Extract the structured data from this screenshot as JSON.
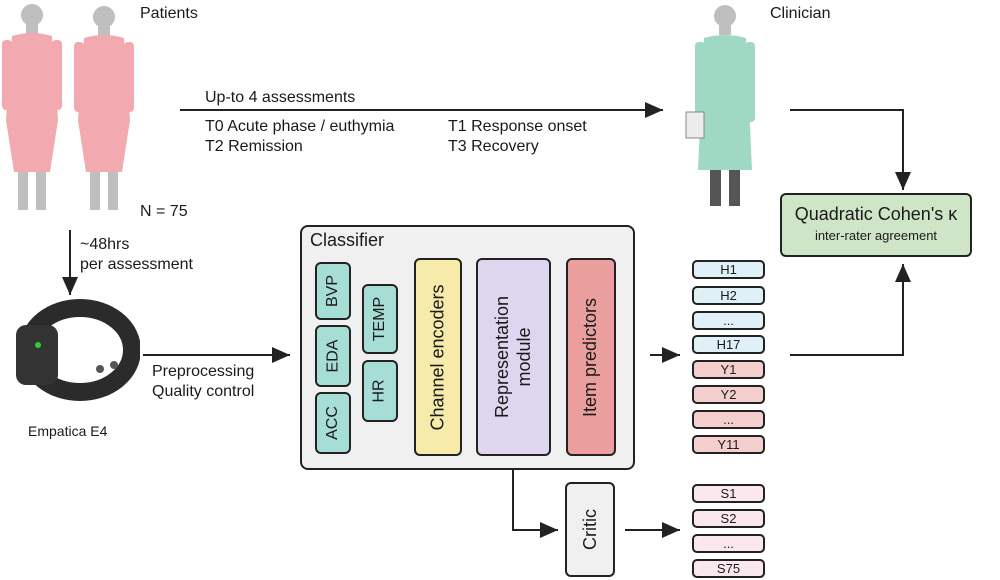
{
  "patients_label": "Patients",
  "clinician_label": "Clinician",
  "n_label": "N = 75",
  "assessments": {
    "title": "Up-to 4 assessments",
    "t0": "T0 Acute phase / euthymia",
    "t1": "T1 Response onset",
    "t2": "T2 Remission",
    "t3": "T3 Recovery"
  },
  "duration": {
    "line1": "~48hrs",
    "line2": "per assessment"
  },
  "device_label": "Empatica E4",
  "preprocessing": {
    "line1": "Preprocessing",
    "line2": "Quality control"
  },
  "classifier": {
    "title": "Classifier",
    "channels": [
      "BVP",
      "EDA",
      "ACC",
      "TEMP",
      "HR"
    ],
    "encoders": "Channel encoders",
    "representation": "Representation module",
    "predictors": "Item predictors"
  },
  "critic_label": "Critic",
  "kappa": {
    "title": "Quadratic Cohen's κ",
    "subtitle": "inter-rater agreement"
  },
  "h_items": [
    "H1",
    "H2",
    "...",
    "H17"
  ],
  "y_items": [
    "Y1",
    "Y2",
    "...",
    "Y11"
  ],
  "s_items": [
    "S1",
    "S2",
    "...",
    "S75"
  ],
  "colors": {
    "gown": "#f2a9b0",
    "coat": "#9fd9c4",
    "channel": "#a6ddd4",
    "encoder": "#f7ebaa",
    "representation": "#ddd6ee",
    "predictor": "#eb9e9e",
    "kappa_bg": "#cfe5c8",
    "classifier_bg": "#f0f0f0"
  }
}
